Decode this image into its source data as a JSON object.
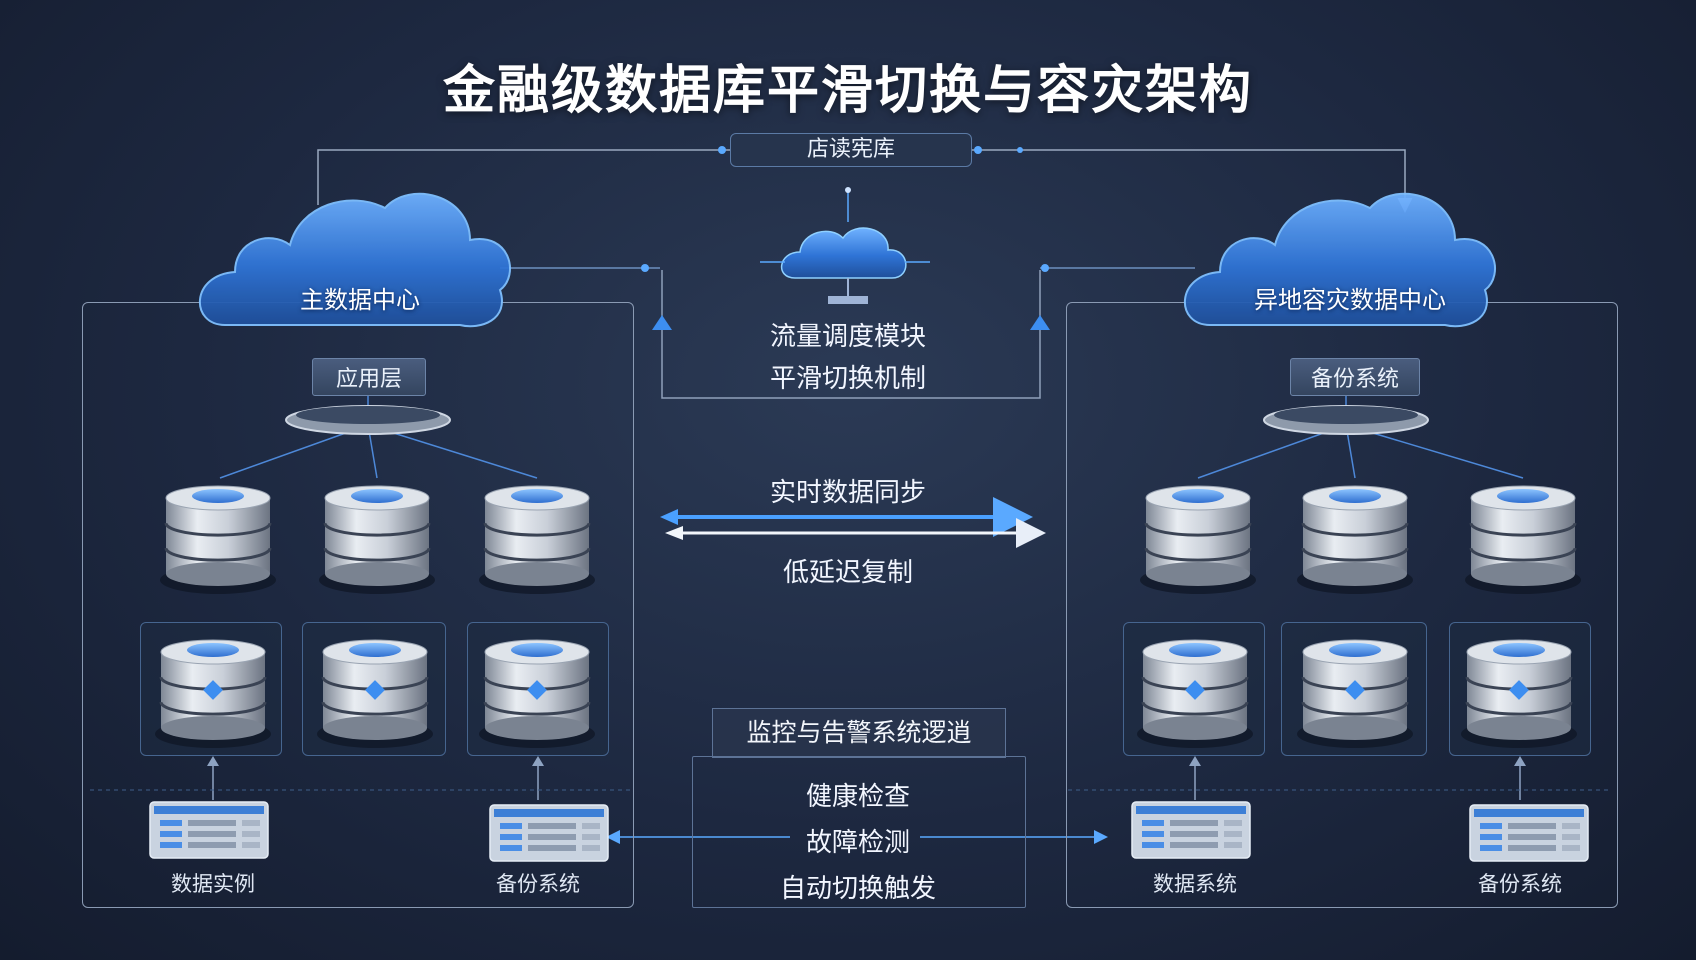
{
  "title": "金融级数据库平滑切换与容灾架构",
  "top_tag": "店读宪库",
  "primary": {
    "cloud_label": "主数据中心",
    "layer_tag": "应用层",
    "bottom_left_label": "数据实例",
    "bottom_right_label": "备份系统"
  },
  "dr": {
    "cloud_label": "异地容灾数据中心",
    "layer_tag": "备份系统",
    "bottom_left_label": "数据系统",
    "bottom_right_label": "备份系统"
  },
  "center": {
    "module_label": "流量调度模块",
    "mechanism_label": "平滑切换机制",
    "sync_label": "实时数据同步",
    "replication_label": "低延迟复制"
  },
  "monitor": {
    "title": "监控与告警系统逻逍",
    "items": [
      "健康检查",
      "故障检测",
      "自动切换触发"
    ]
  },
  "colors": {
    "accent_blue": "#3d8ef0",
    "panel_border": "#8a9ab3"
  }
}
